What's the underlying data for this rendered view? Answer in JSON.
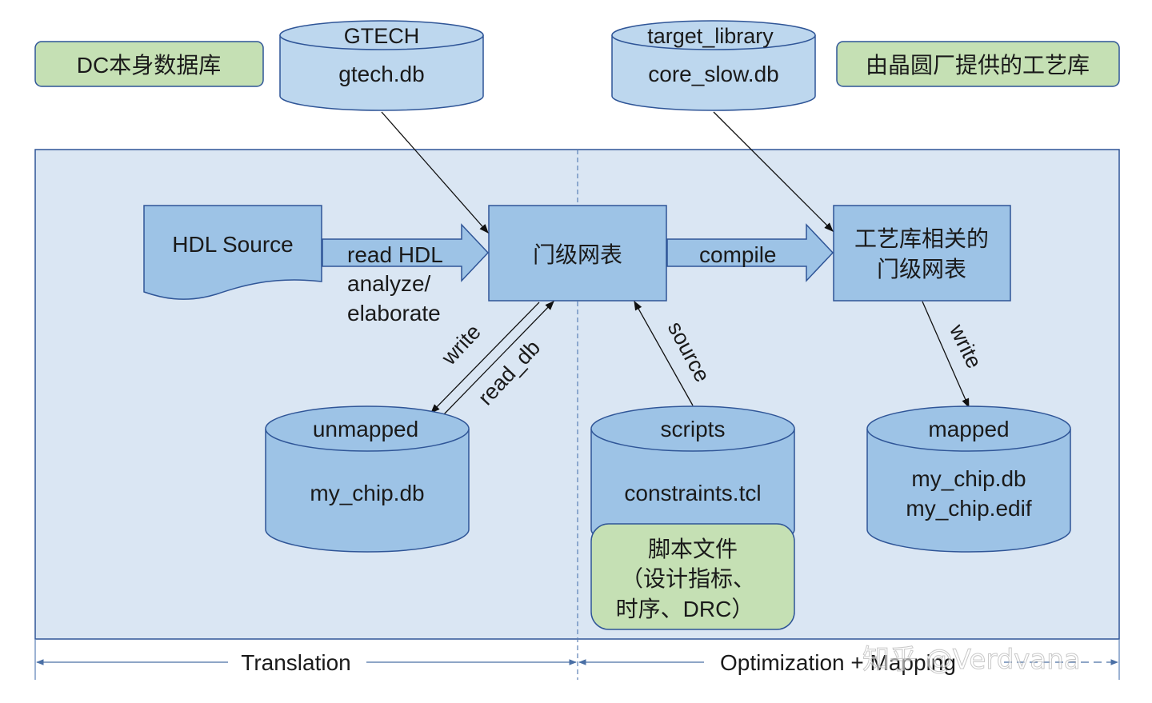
{
  "colors": {
    "blue_fill": "#9dc3e6",
    "blue_light": "#bdd7ee",
    "blue_stroke": "#2f5597",
    "region_fill": "#dae6f3",
    "green_fill": "#c5e0b4",
    "green_stroke": "#2f5597"
  },
  "labels": {
    "dc_lib": "DC本身数据库",
    "fab_lib": "由晶圆厂提供的工艺库"
  },
  "db": {
    "gtech": {
      "top": "GTECH",
      "body": "gtech.db"
    },
    "target": {
      "top": "target_library",
      "body": "core_slow.db"
    },
    "unmapped": {
      "top": "unmapped",
      "body": "my_chip.db"
    },
    "scripts": {
      "top": "scripts",
      "body": "constraints.tcl"
    },
    "mapped": {
      "top": "mapped",
      "body1": "my_chip.db",
      "body2": "my_chip.edif"
    }
  },
  "nodes": {
    "hdl": "HDL Source",
    "netlist": "门级网表",
    "tech_netlist_1": "工艺库相关的",
    "tech_netlist_2": "门级网表",
    "script_note_1": "脚本文件",
    "script_note_2": "（设计指标、",
    "script_note_3": "时序、DRC）"
  },
  "edges": {
    "read_hdl": "read HDL",
    "analyze": "analyze/",
    "elaborate": "elaborate",
    "compile": "compile",
    "write_left": "write",
    "read_db": "read_db",
    "source": "source",
    "write_right": "write"
  },
  "phases": {
    "translation": "Translation",
    "optimization": "Optimization + Mapping"
  },
  "watermark": "知乎 @Verdvana"
}
